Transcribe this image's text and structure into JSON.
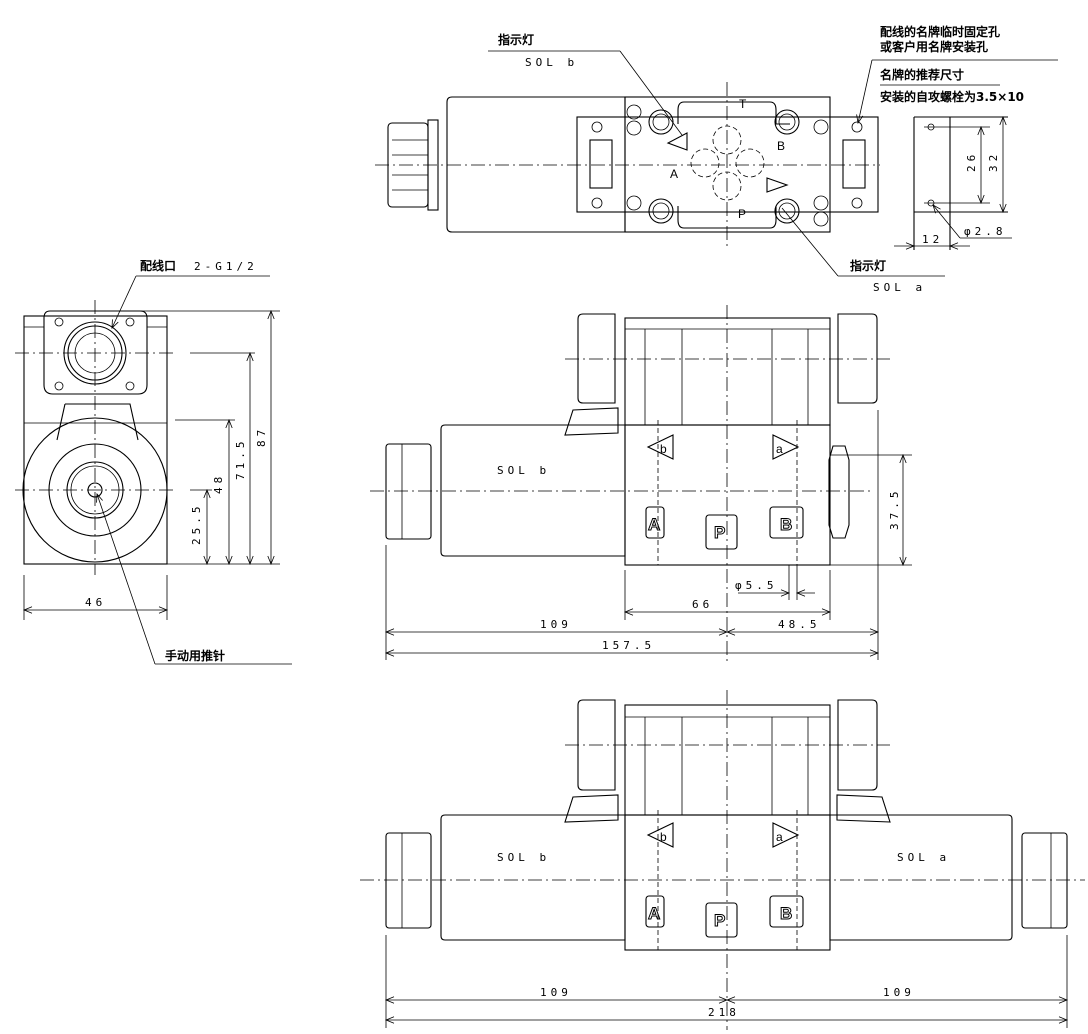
{
  "top_view": {
    "indicator_b": {
      "label": "指示灯",
      "sol": "SOL b"
    },
    "indicator_a": {
      "label": "指示灯",
      "sol": "SOL a"
    },
    "ports": {
      "t": "T",
      "b": "B",
      "a": "A",
      "p": "P"
    },
    "nameplate_note": [
      "配线的名牌临时固定孔",
      "或客户用名牌安装孔"
    ],
    "recommended": {
      "title": "名牌的推荐尺寸",
      "screw": "安装的自攻螺栓为3.5×10"
    },
    "dims": {
      "pitch": "26",
      "height": "32",
      "offset": "12",
      "hole": "φ2.8"
    }
  },
  "side_view": {
    "wiring_port": "配线口",
    "wiring_spec": "2-G1/2",
    "manual_pin": "手动用推针",
    "dims": {
      "total_height": "87",
      "connector_center": "71.5",
      "coil_top": "48",
      "coil_center": "25.5",
      "width": "46"
    }
  },
  "front_single": {
    "sol": "SOL b",
    "ports": [
      "A",
      "P",
      "B"
    ],
    "markers": [
      "b",
      "a"
    ],
    "dims": {
      "height": "37.5",
      "body": "66",
      "left": "109",
      "right": "48.5",
      "total": "157.5",
      "port_dia": "φ5.5"
    }
  },
  "front_double": {
    "sol_left": "SOL b",
    "sol_right": "SOL a",
    "ports": [
      "A",
      "P",
      "B"
    ],
    "markers": [
      "b",
      "a"
    ],
    "dims": {
      "left": "109",
      "right": "109",
      "total": "218"
    }
  }
}
